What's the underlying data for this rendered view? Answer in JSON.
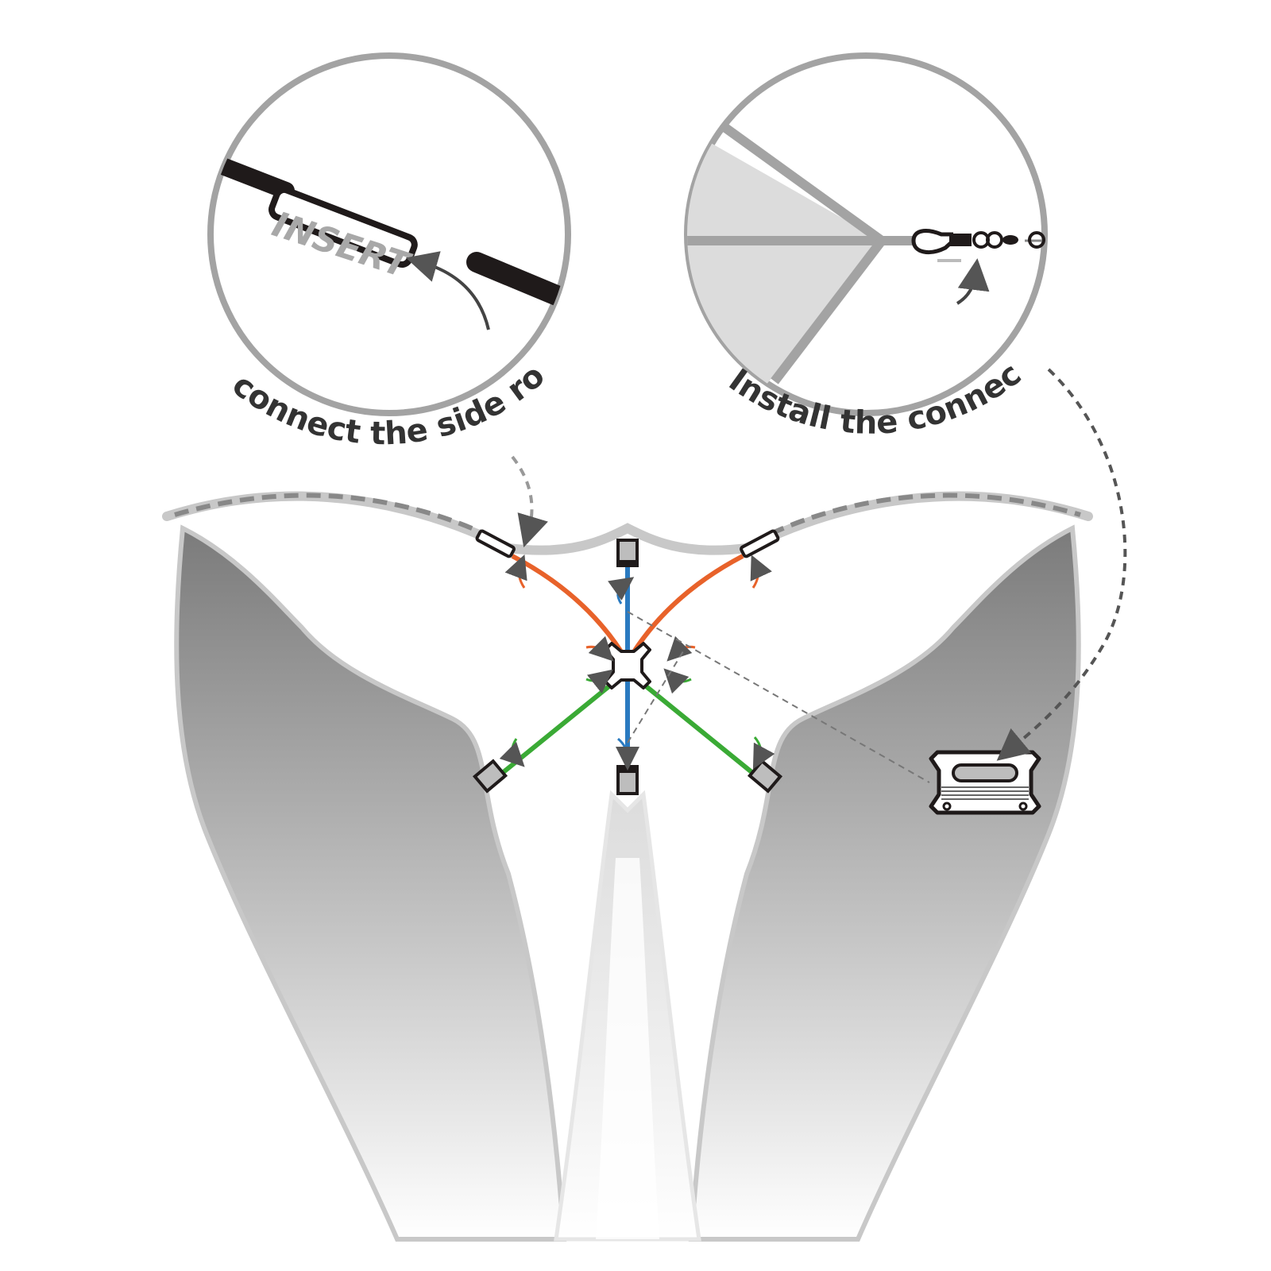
{
  "left_callout": {
    "label": "INSERT",
    "caption": "connect the side rods."
  },
  "right_callout": {
    "caption": "Install the connector."
  },
  "colors": {
    "background": "#ffffff",
    "sail_gray": "#8a8a8a",
    "circle_outline": "#a3a3a3",
    "orange_rod": "#e8622a",
    "blue_rod": "#2a7ac0",
    "green_rod": "#3aaa35",
    "rod_black": "#1f1a1a",
    "text": "#333333"
  },
  "icons": [
    "insert-arrow-icon",
    "clip-arrow-icon",
    "snap-swivel-icon",
    "cross-connector-icon",
    "line-winder-icon"
  ]
}
